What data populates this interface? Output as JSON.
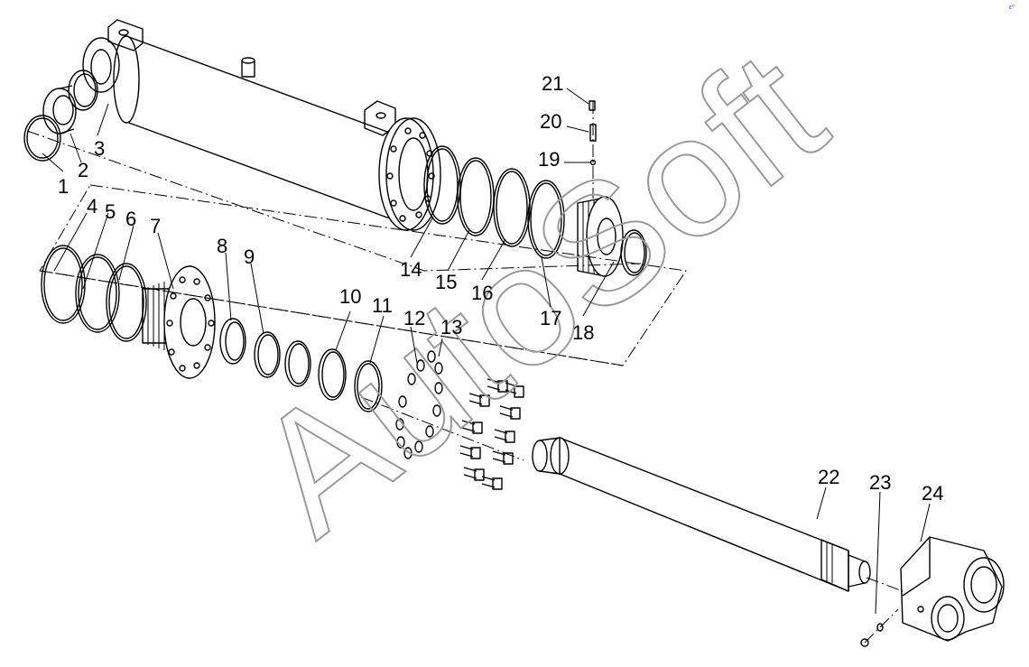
{
  "watermark": "AutoSoft",
  "corner_mark": "ε⁰",
  "callouts": [
    "1",
    "2",
    "3",
    "4",
    "5",
    "6",
    "7",
    "8",
    "9",
    "10",
    "11",
    "12",
    "13",
    "14",
    "15",
    "16",
    "17",
    "18",
    "19",
    "20",
    "21",
    "22",
    "23",
    "24"
  ]
}
